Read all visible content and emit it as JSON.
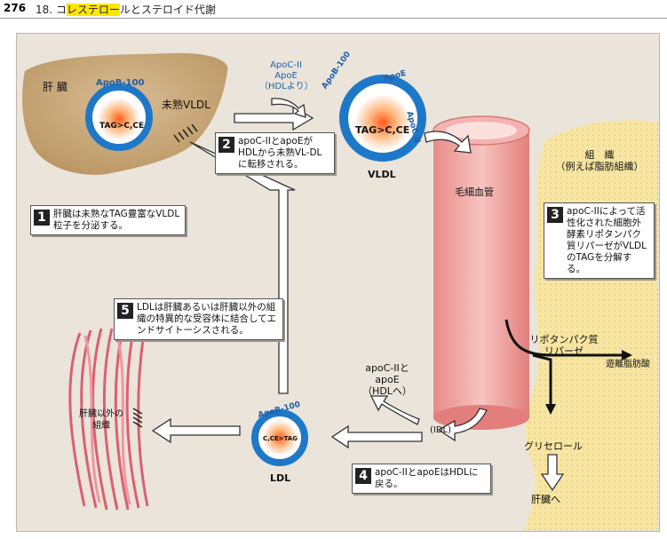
{
  "header": {
    "page_number": "276",
    "chapter_prefix": "18. コ",
    "chapter_highlight": "レステロー",
    "chapter_suffix": "ルとステロイド代謝"
  },
  "liver": {
    "label": "肝 臓",
    "particle_apo": "ApoB-100",
    "particle_core": "TAG>C,CE",
    "nascent_label": "未熟VLDL"
  },
  "vldl": {
    "apoc_label_1": "ApoC-II",
    "apoc_label_2": "ApoE",
    "apoc_label_3": "（HDLより）",
    "apo_b": "ApoB-100",
    "apo_e": "ApoE",
    "apo_c": "ApoC-II",
    "core": "TAG>C,CE",
    "name": "VLDL"
  },
  "tissue": {
    "line1": "組　織",
    "line2": "（例えば脂肪組織）"
  },
  "capillary": {
    "label": "毛細血管"
  },
  "lipase": {
    "line1": "リポタンパク質",
    "line2": "リパーゼ",
    "ffa": "遊離脂肪酸",
    "glycerol": "グリセロール",
    "to_liver": "肝臓へ"
  },
  "idl": {
    "label": "(IDL)",
    "return_1": "apoC-IIと",
    "return_2": "apoE",
    "return_3": "（HDLへ）"
  },
  "ldl": {
    "apo": "ApoB-100",
    "core": "C,CE>TAG",
    "name": "LDL"
  },
  "extrahepatic": {
    "line1": "肝臓以外の",
    "line2": "組織"
  },
  "steps": [
    {
      "num": "1",
      "text": "肝臓は未熟なTAG豊富なVLDL粒子を分泌する。"
    },
    {
      "num": "2",
      "text": "apoC-IIとapoEがHDLから未熟VL-DLに転移される。"
    },
    {
      "num": "3",
      "text": "apoC-IIによって活性化された細胞外酵素リポタンパク質リパーゼがVLDLのTAGを分解する。"
    },
    {
      "num": "4",
      "text": "apoC-IIとapoEはHDLに戻る。"
    },
    {
      "num": "5",
      "text": "LDLは肝臓あるいは肝臓以外の組織の特異的な受容体に結合してエンドサイトーシスされる。"
    }
  ],
  "colors": {
    "liver": "#c9a77a",
    "tissue": "#f7e6a3",
    "capillary": "#f2a8a4",
    "particle_ring": "#1e78c8",
    "muscle": "#d94a5e"
  }
}
